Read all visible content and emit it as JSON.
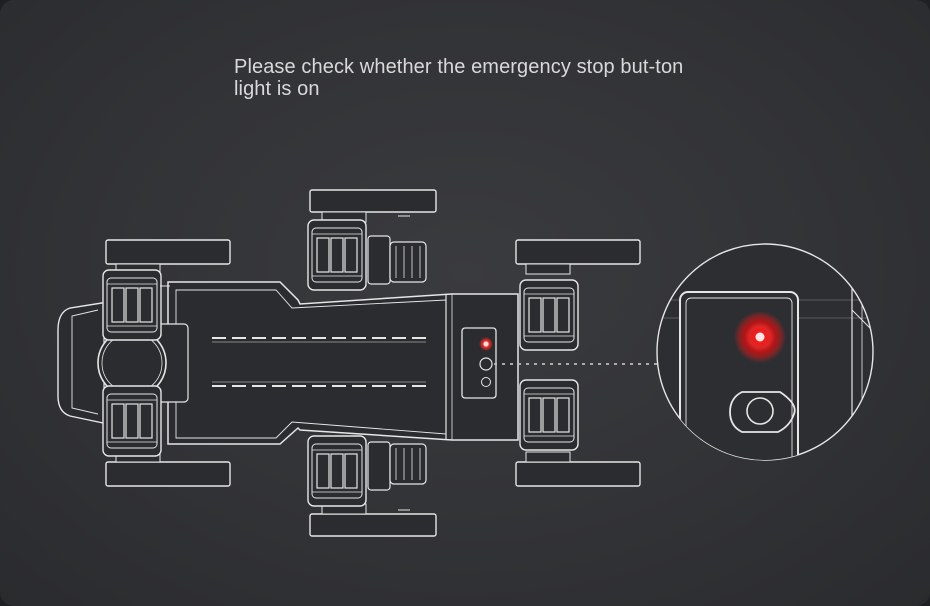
{
  "instruction": {
    "text": "Please check whether the emergency stop but-ton light is on"
  },
  "colors": {
    "background": "#333437",
    "line": "#e6e6e6",
    "robot_fill": "#2b2c2f",
    "indicator_red": "#ff2a2a",
    "leader_dots": "#bdbdbd"
  },
  "icons": {
    "robot": "robot-top-view",
    "callout": "magnifier-circle",
    "indicator": "red-indicator-light",
    "stop_button": "emergency-stop-button"
  }
}
